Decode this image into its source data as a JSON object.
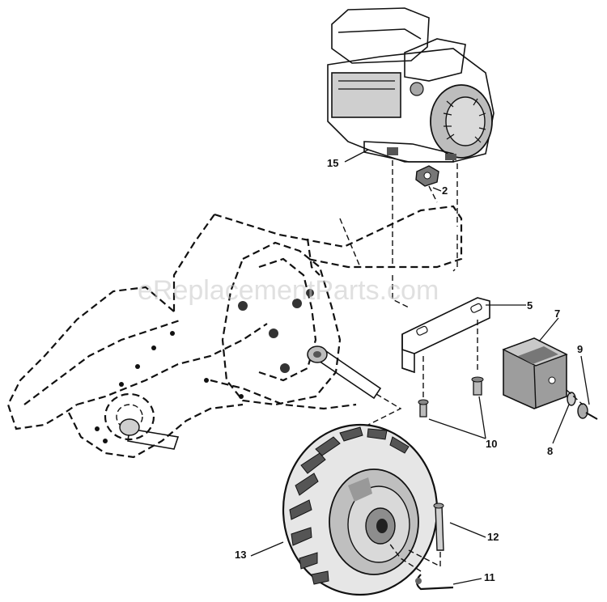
{
  "watermark": "eReplacementParts.com",
  "callouts": {
    "c15": "15",
    "c2": "2",
    "c5": "5",
    "c7": "7",
    "c9": "9",
    "c10": "10",
    "c8": "8",
    "c12": "12",
    "c13": "13",
    "c11": "11"
  }
}
